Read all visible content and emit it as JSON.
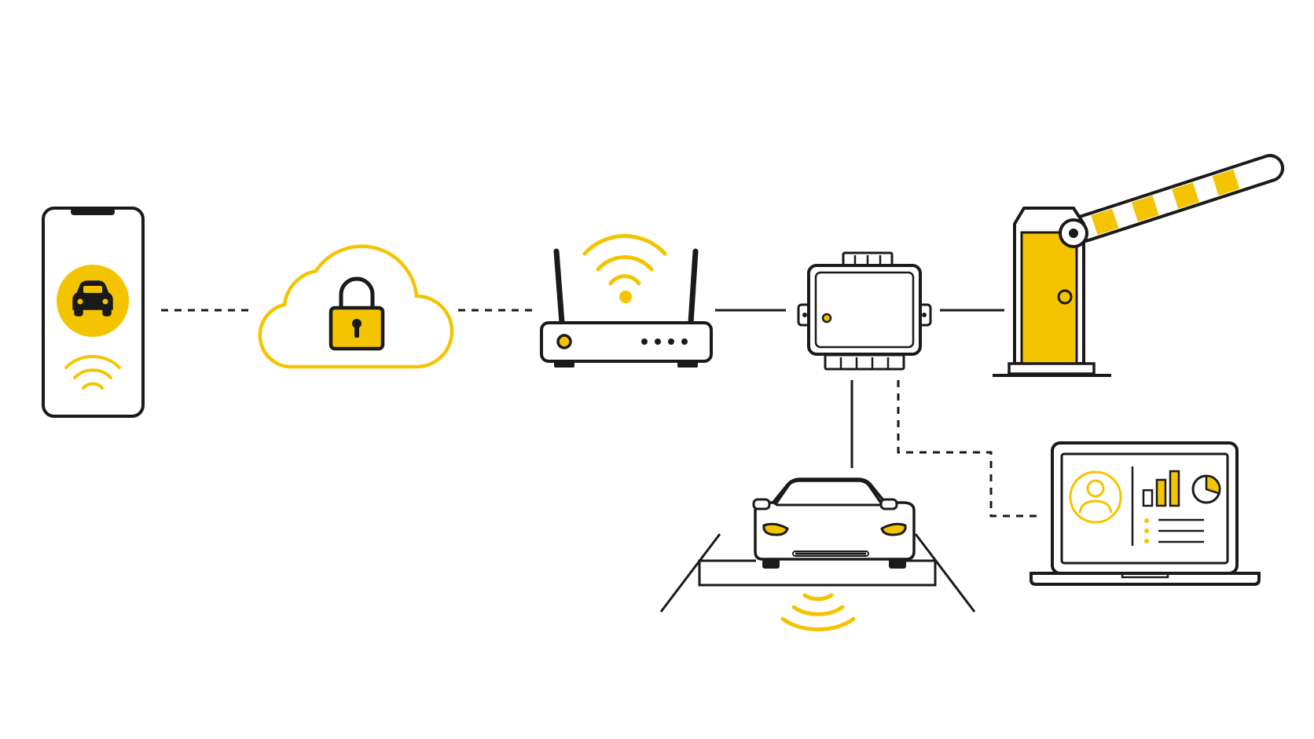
{
  "colors": {
    "background": "#ffffff",
    "stroke": "#1a1a1a",
    "accent": "#f5c400"
  },
  "nodes": [
    {
      "id": "smartphone",
      "icon": "smartphone-icon",
      "badge_icon": "car-icon",
      "signal_icon": "wireless-signal-icon"
    },
    {
      "id": "cloud",
      "icon": "cloud-icon",
      "badge_icon": "padlock-icon"
    },
    {
      "id": "router",
      "icon": "wifi-router-icon",
      "signal_icon": "wifi-signal-icon"
    },
    {
      "id": "controller",
      "icon": "controller-box-icon"
    },
    {
      "id": "barrier-gate",
      "icon": "barrier-gate-icon"
    },
    {
      "id": "vehicle-detection",
      "icon": "car-front-icon",
      "signal_icon": "ground-sensor-signal-icon"
    },
    {
      "id": "laptop",
      "icon": "laptop-dashboard-icon",
      "badge_icon": "user-avatar-icon"
    }
  ],
  "links": [
    {
      "from": "smartphone",
      "to": "cloud",
      "style": "dashed"
    },
    {
      "from": "cloud",
      "to": "router",
      "style": "dashed"
    },
    {
      "from": "router",
      "to": "controller",
      "style": "solid"
    },
    {
      "from": "controller",
      "to": "barrier-gate",
      "style": "solid"
    },
    {
      "from": "controller",
      "to": "vehicle-detection",
      "style": "solid"
    },
    {
      "from": "controller",
      "to": "laptop",
      "style": "dashed"
    }
  ],
  "dashboard": {
    "bar_values": [
      0.45,
      0.75,
      1.0
    ],
    "pie_fraction": 0.3
  }
}
